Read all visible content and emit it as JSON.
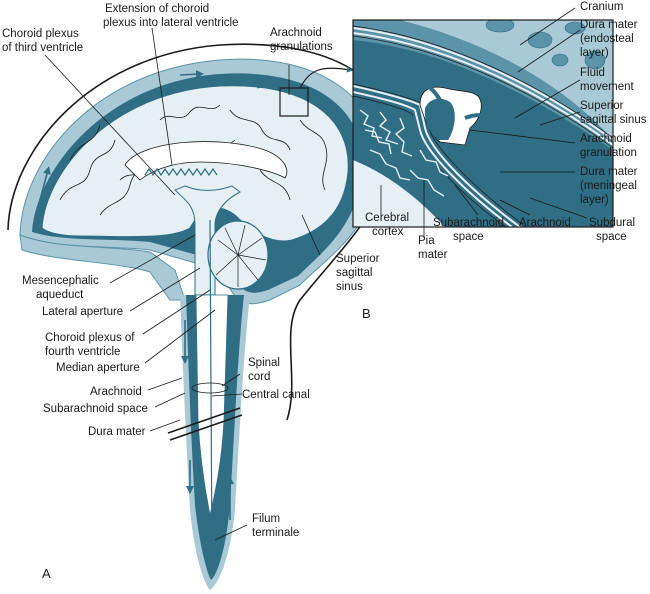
{
  "figure": {
    "panel_a_label": "A",
    "panel_b_label": "B",
    "colors": {
      "dark_csf": "#2f6e84",
      "mid_blue": "#5b93a8",
      "light_blue": "#a9c9d6",
      "pale_brain": "#e6f0f4",
      "outline": "#1a1a1a"
    }
  },
  "panel_a": {
    "labels": {
      "choroid_third": [
        "Choroid plexus",
        "of third ventricle"
      ],
      "choroid_lateral": [
        "Extension of choroid",
        "plexus into lateral ventricle"
      ],
      "arachnoid_granulations": [
        "Arachnoid",
        "granulations"
      ],
      "superior_sagittal_sinus": [
        "Superior",
        "sagittal",
        "sinus"
      ],
      "mesencephalic_aqueduct": [
        "Mesencephalic",
        "aqueduct"
      ],
      "lateral_aperture": "Lateral aperture",
      "choroid_fourth": [
        "Choroid plexus of",
        "fourth ventricle"
      ],
      "median_aperture": "Median aperture",
      "arachnoid": "Arachnoid",
      "subarachnoid_space": "Subarachnoid space",
      "dura_mater": "Dura mater",
      "spinal_cord": [
        "Spinal",
        "cord"
      ],
      "central_canal": "Central canal",
      "filum_terminale": [
        "Filum",
        "terminale"
      ]
    }
  },
  "panel_b": {
    "labels": {
      "cranium": "Cranium",
      "dura_endosteal": [
        "Dura mater",
        "(endosteal",
        "layer)"
      ],
      "fluid_movement": [
        "Fluid",
        "movement"
      ],
      "superior_sagittal_sinus": [
        "Superior",
        "sagittal sinus"
      ],
      "arachnoid_granulation": [
        "Arachnoid",
        "granulation"
      ],
      "dura_meningeal": [
        "Dura mater",
        "(meningeal",
        "layer)"
      ],
      "cerebral_cortex": [
        "Cerebral",
        "cortex"
      ],
      "pia_mater": [
        "Pia",
        "mater"
      ],
      "subarachnoid_space": [
        "Subarachnoid",
        "space"
      ],
      "arachnoid": "Arachnoid",
      "subdural_space": [
        "Subdural",
        "space"
      ]
    }
  }
}
